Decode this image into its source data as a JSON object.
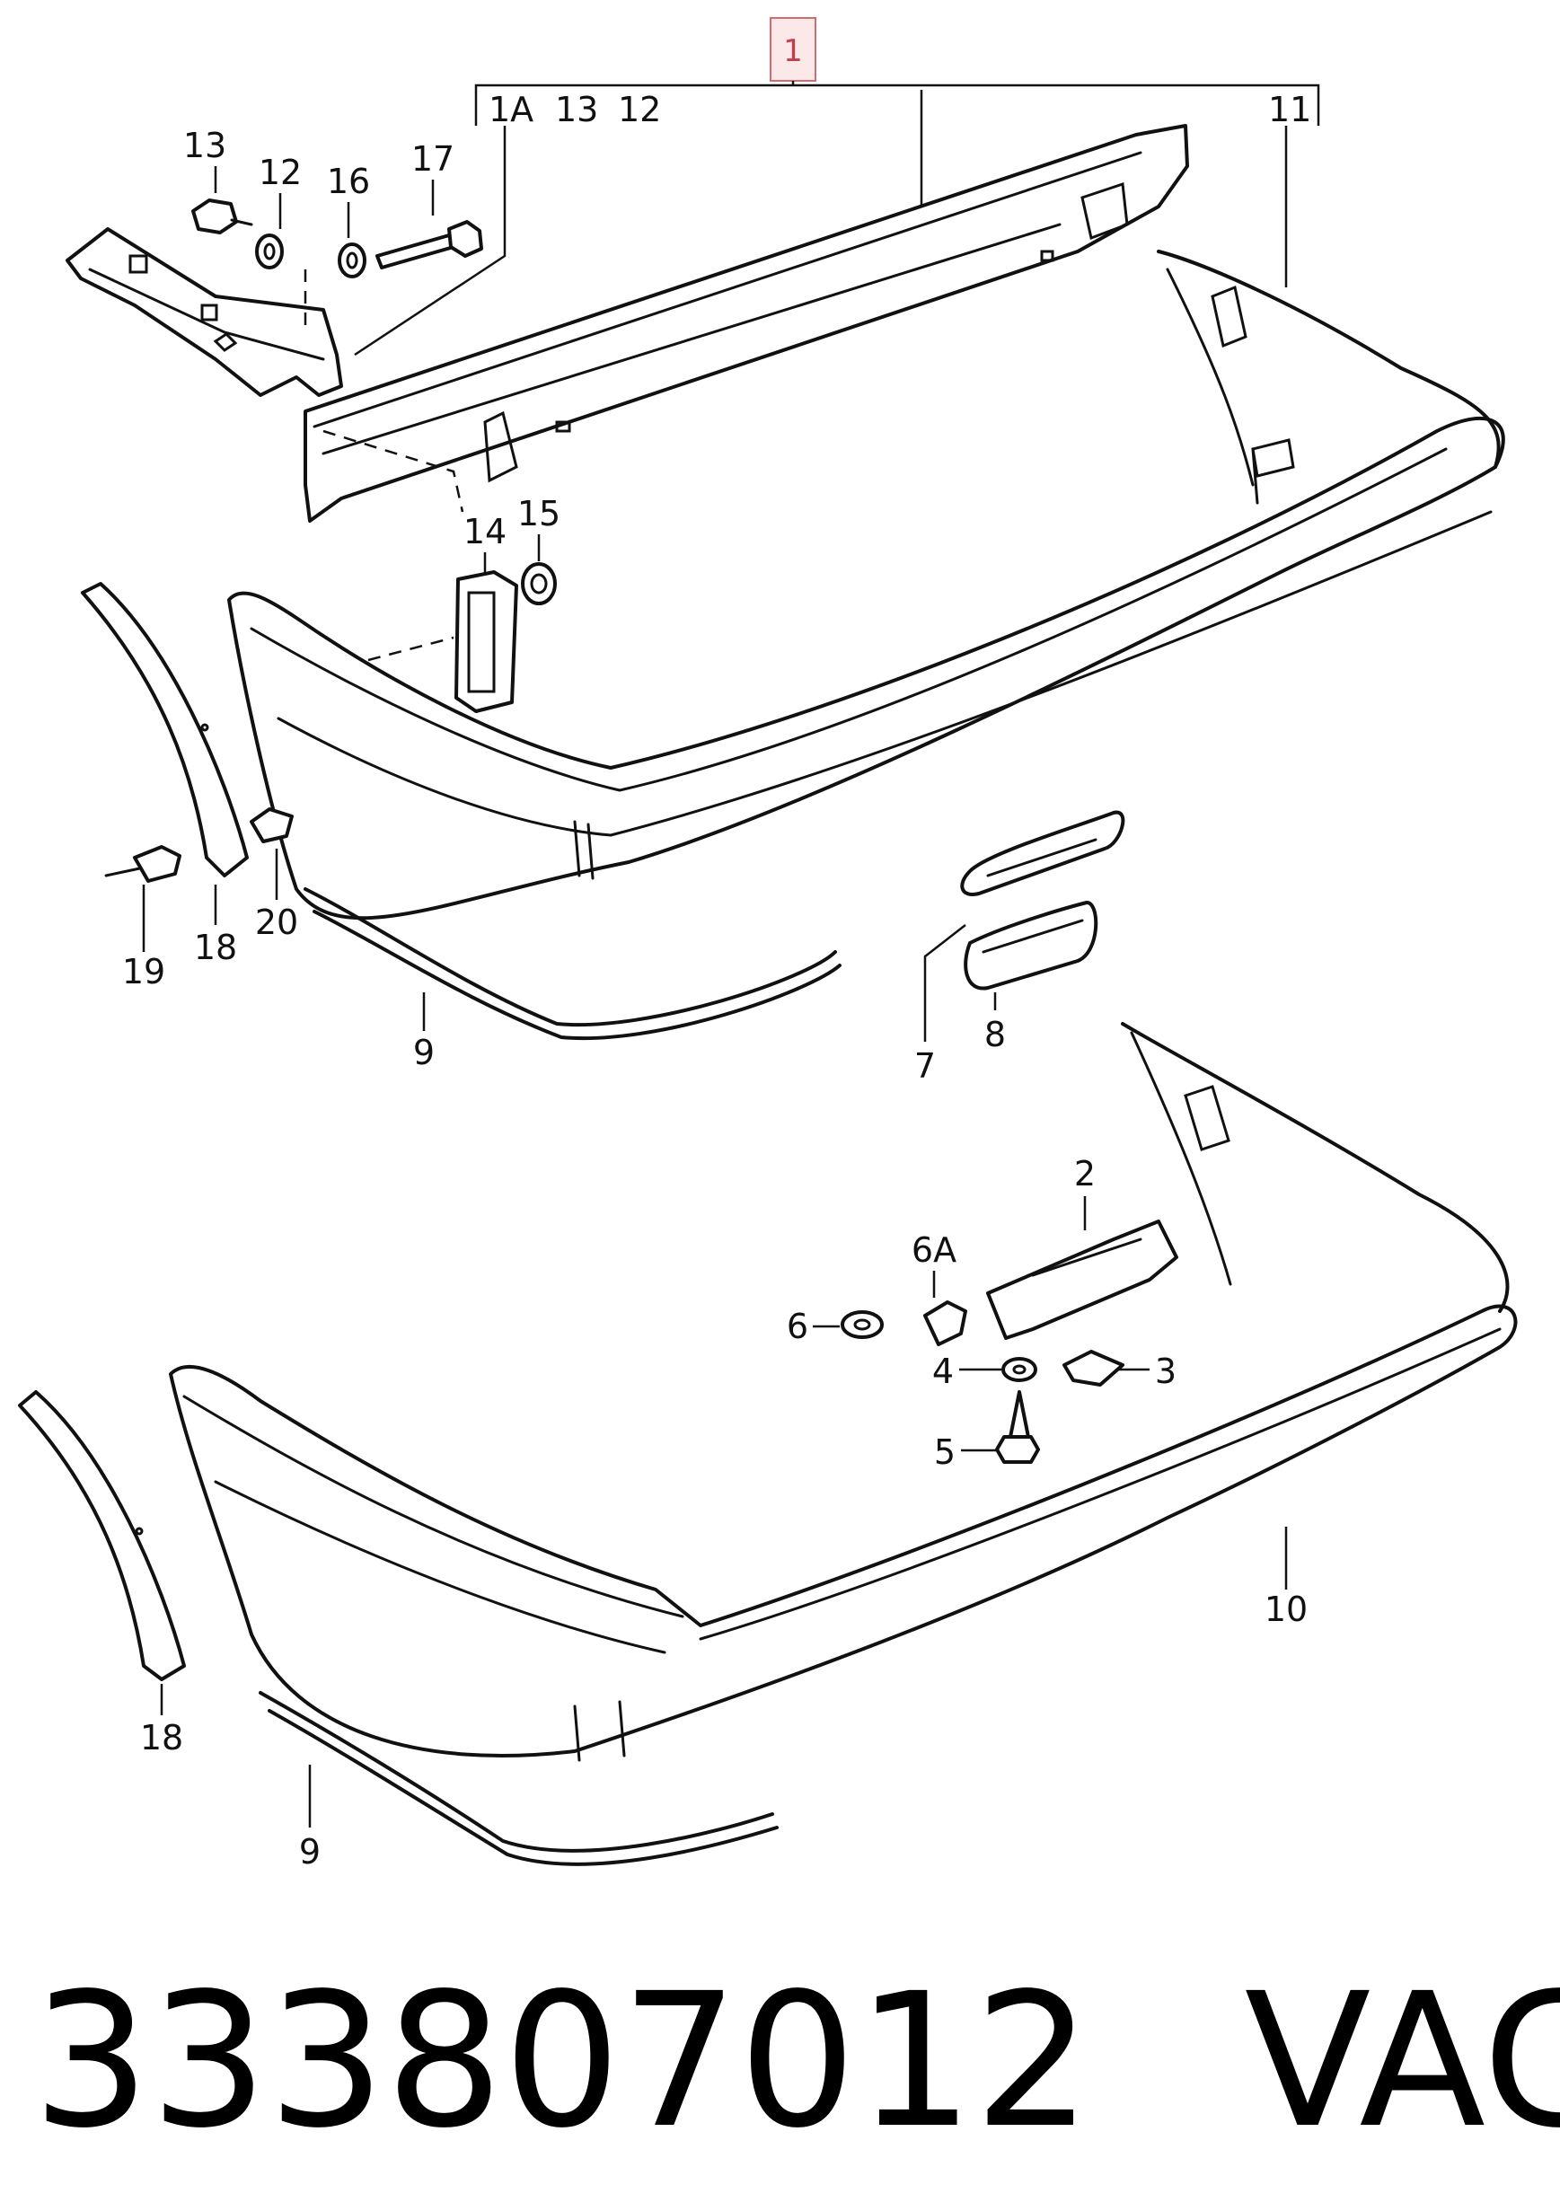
{
  "highlighted_callout": "1",
  "group_labels": [
    "1A",
    "13",
    "12",
    "11"
  ],
  "callouts": {
    "c13": "13",
    "c12": "12",
    "c16": "16",
    "c17": "17",
    "c14": "14",
    "c15": "15",
    "c19": "19",
    "c18a": "18",
    "c20": "20",
    "c9a": "9",
    "c7": "7",
    "c8": "8",
    "c2": "2",
    "c6A": "6A",
    "c6": "6",
    "c4": "4",
    "c3": "3",
    "c5": "5",
    "c10": "10",
    "c18b": "18",
    "c9b": "9"
  },
  "footer": {
    "part_number": "333807012",
    "brand": "VAG"
  }
}
